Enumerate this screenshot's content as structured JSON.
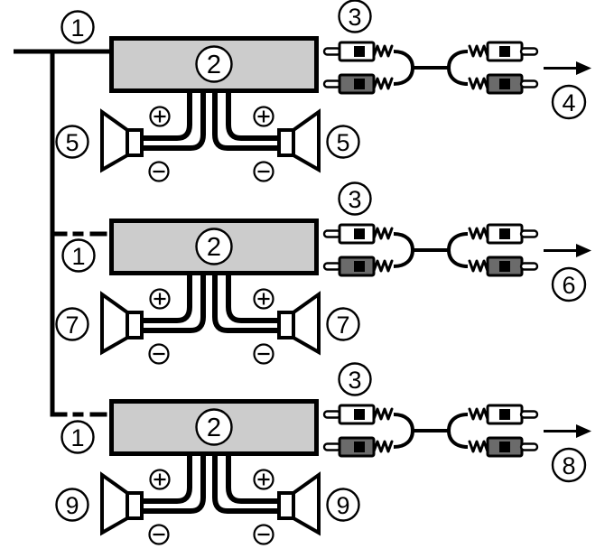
{
  "diagram_type": "car-audio amplifier / speaker / RCA wiring diagram",
  "colors": {
    "background": "#ffffff",
    "line": "#000000",
    "amplifier_fill": "#cccccc",
    "plug_white": "#ffffff",
    "plug_gray": "#6b6b6b"
  },
  "icons": {
    "plus": "plus-in-circle",
    "minus": "minus-in-circle",
    "output_arrow": "arrow-right"
  },
  "sections": [
    {
      "power_cord_label": "1",
      "amplifier_label": "2",
      "rca_cable_label": "3",
      "output_label": "4",
      "speaker_left_label": "5",
      "speaker_right_label": "5"
    },
    {
      "power_cord_label": "1",
      "amplifier_label": "2",
      "rca_cable_label": "3",
      "output_label": "6",
      "speaker_left_label": "7",
      "speaker_right_label": "7"
    },
    {
      "power_cord_label": "1",
      "amplifier_label": "2",
      "rca_cable_label": "3",
      "output_label": "8",
      "speaker_left_label": "9",
      "speaker_right_label": "9"
    }
  ]
}
